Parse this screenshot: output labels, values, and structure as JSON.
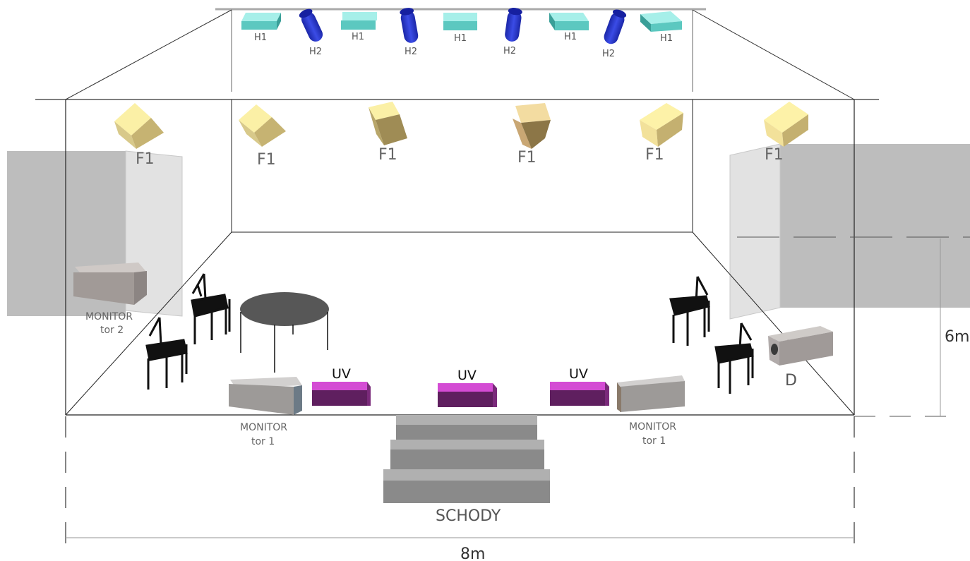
{
  "lights": {
    "h1_label": "H1",
    "h2_label": "H2",
    "f1_label": "F1",
    "uv_label": "UV",
    "h1_color": "#6fd6cf",
    "h2_color": "#2f3fd8",
    "f1_color": "#e9dc93",
    "uv_color": "#8a2a8a"
  },
  "monitors": {
    "left": {
      "line1": "MONITOR",
      "line2": "tor 2"
    },
    "front_left": {
      "line1": "MONITOR",
      "line2": "tor 1"
    },
    "front_right": {
      "line1": "MONITOR",
      "line2": "tor 1"
    }
  },
  "device_d": {
    "label": "D"
  },
  "stairs": {
    "label": "SCHODY"
  },
  "dimensions": {
    "width": "8m",
    "height": "6m"
  }
}
